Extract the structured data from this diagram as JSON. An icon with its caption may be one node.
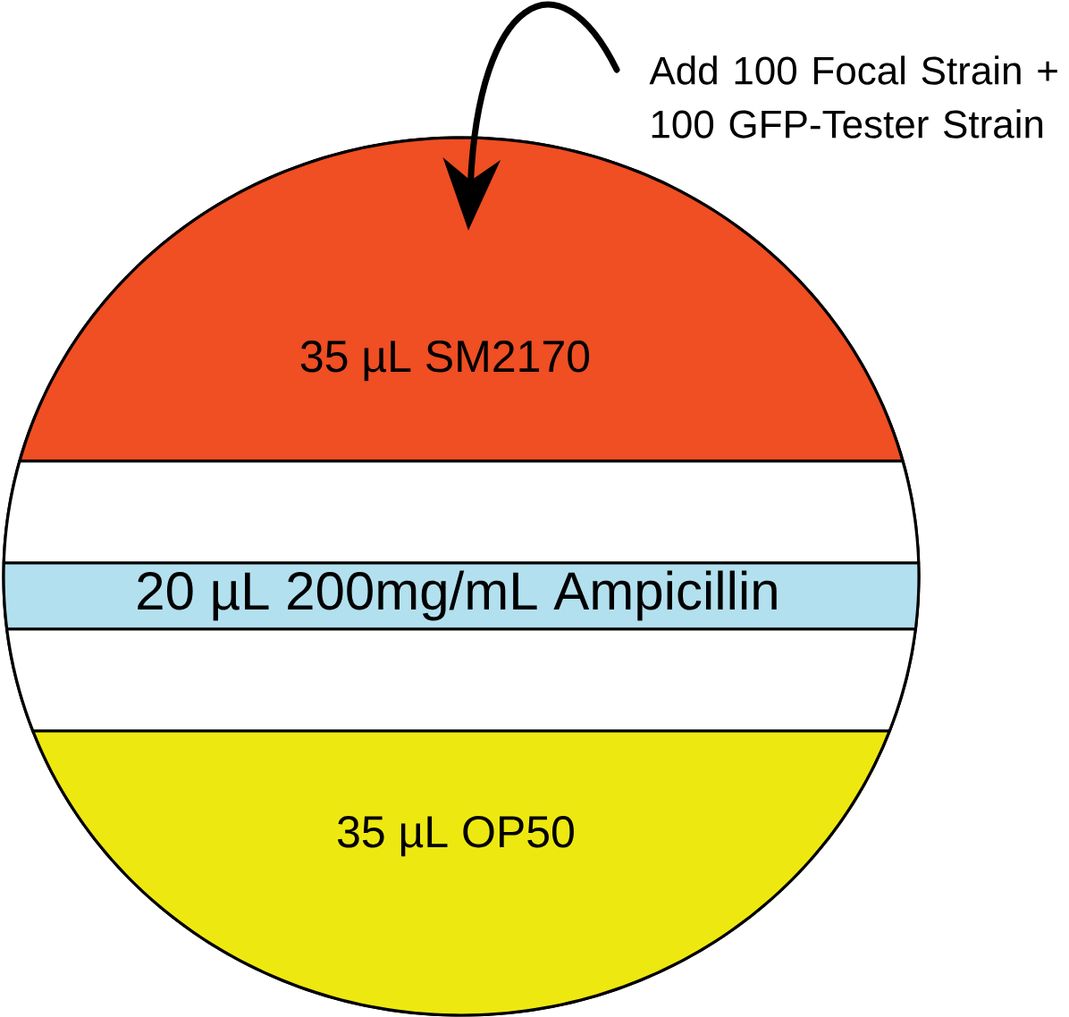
{
  "diagram": {
    "nodes": [
      {
        "text": [
          "Add 100 Focal Strain + 100 GFP-Tester Strain"
        ]
      },
      {
        "text": [],
        "shape": "circle"
      },
      {
        "text": [
          "35 µL SM2170"
        ],
        "in": 1
      },
      {
        "text": [],
        "shape": "band",
        "in": 1
      },
      {
        "text": [
          "20 µL 200mg/mL Ampicillin"
        ],
        "in": 1
      },
      {
        "text": [],
        "shape": "band",
        "in": 1
      },
      {
        "text": [
          "35 µL OP50"
        ],
        "in": 1
      }
    ],
    "edges": [
      {
        "from": 0,
        "to": 2,
        "arrow": "to"
      }
    ]
  }
}
